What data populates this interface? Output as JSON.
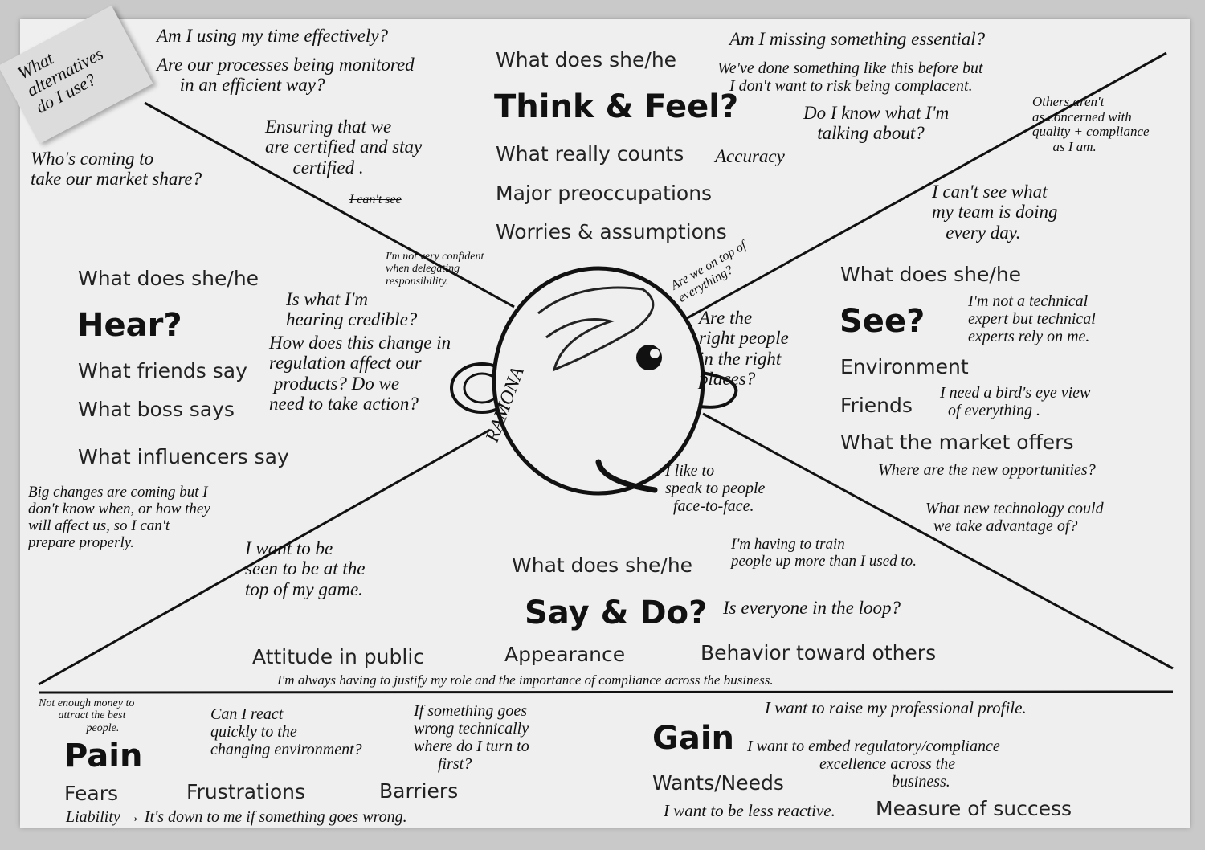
{
  "poster": {
    "think_feel": {
      "prompt": "What does she/he",
      "title": "Think & Feel?",
      "items": [
        "What really counts",
        "Major preoccupations",
        "Worries & assumptions"
      ]
    },
    "hear": {
      "prompt": "What does she/he",
      "title": "Hear?",
      "items": [
        "What friends say",
        "What boss says",
        "What influencers say"
      ]
    },
    "see": {
      "prompt": "What does she/he",
      "title": "See?",
      "items": [
        "Environment",
        "Friends",
        "What the market offers"
      ]
    },
    "say_do": {
      "prompt": "What does she/he",
      "title": "Say & Do?",
      "items": [
        "Attitude in public",
        "Appearance",
        "Behavior toward others"
      ]
    },
    "pain": {
      "title": "Pain",
      "items": [
        "Fears",
        "Frustrations",
        "Barriers"
      ]
    },
    "gain": {
      "title": "Gain",
      "items": [
        "Wants/Needs",
        "Measure of success"
      ]
    },
    "persona_name": "RAMONA"
  },
  "notes": {
    "sticky": "What\nalternatives\ndo I use?",
    "tf1": "Am I using my time effectively?",
    "tf2": "Are our processes being monitored\n     in an efficient way?",
    "tf3": "Ensuring that we\nare certified and stay\n      certified .",
    "tf_strike": "I can't see",
    "tf4": "Who's coming to\ntake our market share?",
    "tf5": "Am I missing something essential?",
    "tf6": "We've done something like this before but\n   I don't want to risk being complacent.",
    "tf7": "Do I know what I'm\n   talking about?",
    "tf8": "Accuracy",
    "tf9": "I'm not very confident\nwhen delegating\nresponsibility.",
    "tf10": "Are we on top of\neverything?",
    "see1": "Others aren't\nas concerned with\nquality + compliance\n      as I am.",
    "see2": "I can't see what\nmy team is doing\n   every day.",
    "see3": "Are the\nright people\nin the right\nplaces?",
    "see4": "I'm not a technical\nexpert but technical\nexperts rely on me.",
    "see5": "I need a bird's eye view\n  of everything .",
    "see6": "Where are the new opportunities?",
    "see7": "What new technology could\n  we take advantage of?",
    "hear1": "Is what I'm\nhearing credible?",
    "hear2": "How does this change in\nregulation affect our\n products? Do we\nneed to take action?",
    "hear3": "Big changes are coming but I\ndon't know when, or how they\nwill affect us, so I can't\nprepare properly.",
    "say1": "I want to be\nseen to be at the\ntop of my game.",
    "say2": "I like to\nspeak to people\n  face-to-face.",
    "say3": "I'm having to train\npeople up more than I used to.",
    "say4": "Is everyone in the loop?",
    "say5": "I'm always having to justify my role and the importance of compliance across the business.",
    "pain1": "Not enough money to\n       attract the best\n                 people.",
    "pain2": "Can I react\nquickly to the\nchanging environment?",
    "pain3": "If something goes\nwrong technically\nwhere do I turn to\n      first?",
    "pain4": "Liability → It's down to me if something goes wrong.",
    "gain1": "I want to raise my professional profile.",
    "gain2": "I want to embed regulatory/compliance\n                  excellence across the\n                                    business.",
    "gain3": "I want to be less reactive."
  }
}
